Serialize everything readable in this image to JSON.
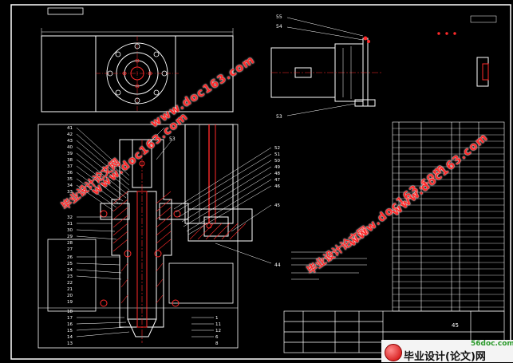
{
  "drawing": {
    "title_box_label": "",
    "corner_label": "",
    "part_numbers_left": [
      "41",
      "42",
      "43",
      "40",
      "39",
      "38",
      "37",
      "36",
      "35",
      "34",
      "33",
      "32",
      "31",
      "30",
      "29",
      "28",
      "27",
      "26",
      "25",
      "24",
      "23",
      "22",
      "21",
      "20",
      "19",
      "18",
      "17",
      "16",
      "15",
      "14",
      "13"
    ],
    "part_numbers_right": [
      "52",
      "51",
      "50",
      "49",
      "48",
      "47",
      "46",
      "45"
    ],
    "top_right_callouts": [
      "55",
      "54",
      "53"
    ],
    "center_callouts": [
      "53",
      "44"
    ],
    "bottom_left_callouts": [
      "1",
      "11",
      "12",
      "6",
      "8"
    ],
    "title_block_number": "45",
    "colors": {
      "background": "#000000",
      "frame": "#ffffff",
      "outline": "#ffffff",
      "section": "#ff2a2a",
      "hidden": "#8fd8ff",
      "leader": "#ffffff",
      "table": "#ffffff"
    }
  },
  "watermarks": {
    "cn_text": "毕业设计论文网",
    "url_text": "www.doc163.com"
  },
  "logo": {
    "site": "56doc.com",
    "brand": "毕业设计(论文)网"
  }
}
